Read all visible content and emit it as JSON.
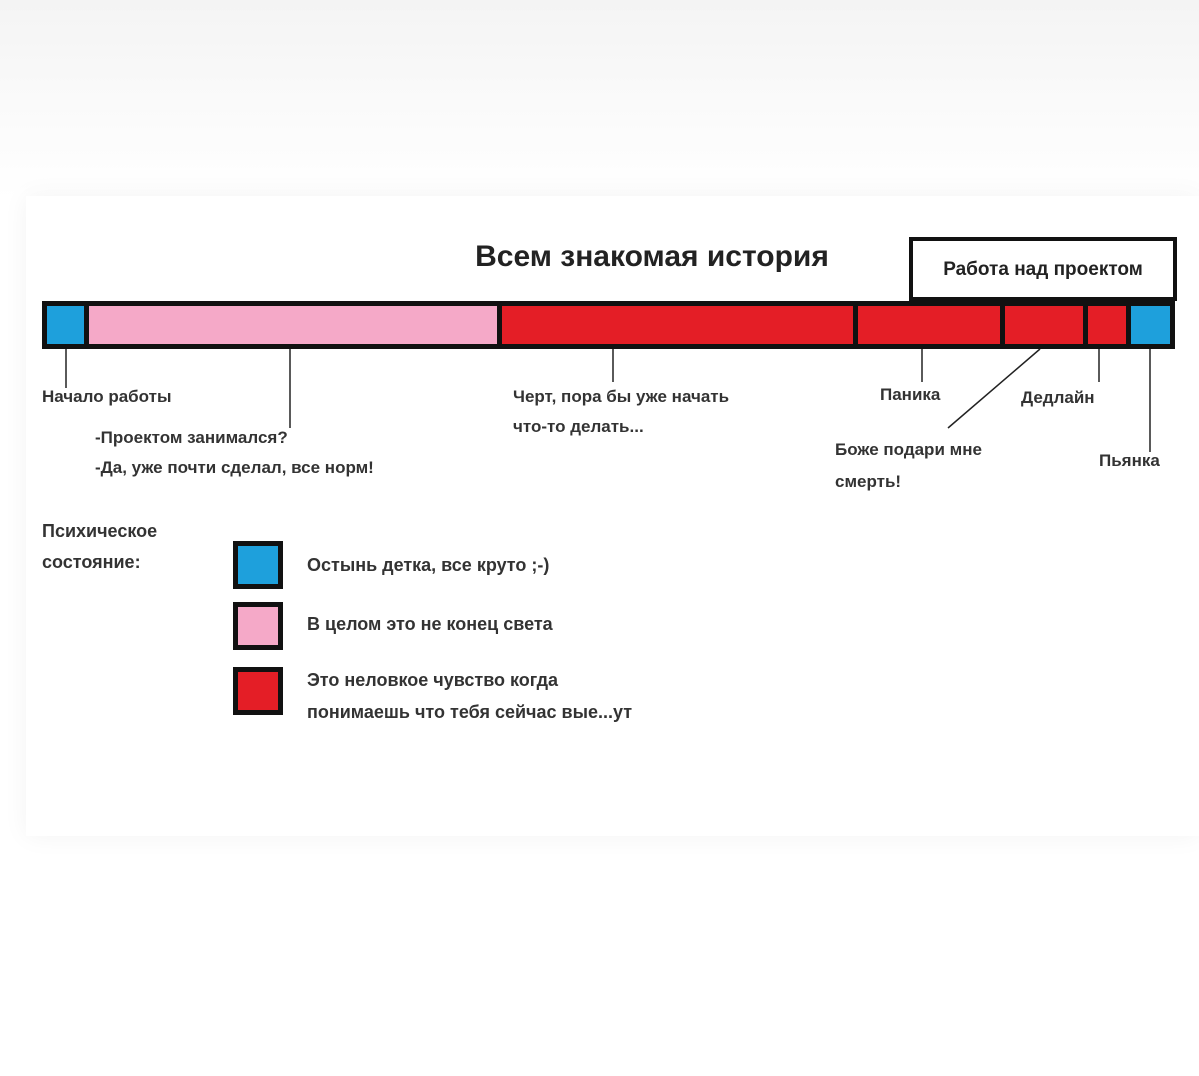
{
  "title": "Всем знакомая история",
  "project_box_label": "Работа над проектом",
  "colors": {
    "calm": "#1ea0dc",
    "fine": "#f5a9c8",
    "panic": "#e41e26",
    "outline": "#111111"
  },
  "timeline_segments": [
    {
      "state": "calm"
    },
    {
      "state": "fine"
    },
    {
      "state": "panic"
    },
    {
      "state": "panic"
    },
    {
      "state": "panic"
    },
    {
      "state": "panic"
    },
    {
      "state": "calm"
    }
  ],
  "annotations": {
    "start": "Начало работы",
    "dialog_q": "-Проектом занимался?",
    "dialog_a": "-Да, уже почти сделал, все норм!",
    "should_start_1": "Черт, пора бы уже начать",
    "should_start_2": "что-то делать...",
    "panic": "Паника",
    "deadline": "Дедлайн",
    "god_1": "Боже подари мне",
    "god_2": "смерть!",
    "drunk": "Пьянка"
  },
  "legend": {
    "title_1": "Психическое",
    "title_2": "состояние:",
    "items": [
      {
        "state": "calm",
        "lines": [
          "Остынь детка, все круто ;-)"
        ]
      },
      {
        "state": "fine",
        "lines": [
          "В целом это не конец света"
        ]
      },
      {
        "state": "panic",
        "lines": [
          "Это неловкое чувство когда",
          "понимаешь что тебя сейчас вые...ут"
        ]
      }
    ]
  }
}
